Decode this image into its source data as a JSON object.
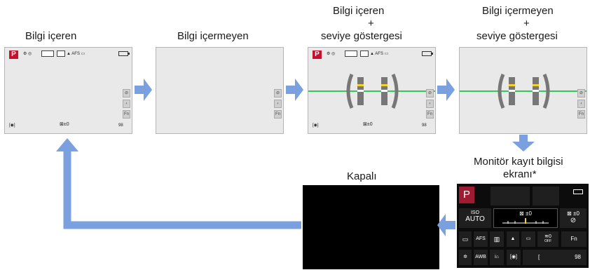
{
  "labels": {
    "with_info": "Bilgi içeren",
    "without_info": "Bilgi içermeyen",
    "with_info_level_1": "Bilgi içeren",
    "with_info_level_2": "+",
    "with_info_level_3": "seviye göstergesi",
    "without_info_level_1": "Bilgi içermeyen",
    "without_info_level_2": "+",
    "without_info_level_3": "seviye göstergesi",
    "monitor_1": "Monitör kayıt bilgisi",
    "monitor_2": "ekranı*",
    "off": "Kapalı"
  },
  "screen": {
    "mode": "P",
    "exposure_comp": "±0"
  },
  "monitor": {
    "mode": "P",
    "iso_label": "ISO",
    "iso_value": "AUTO",
    "ev": "±0",
    "flash_ev": "±0",
    "af_mode": "AFS",
    "wb": "AWB",
    "wifi_state": "OFF",
    "fn": "Fn",
    "shots": "98",
    "bracket_open": "["
  },
  "colors": {
    "arrow": "#7ba0e0",
    "level_line": "#34c759",
    "mode_badge": "#c8102e"
  }
}
